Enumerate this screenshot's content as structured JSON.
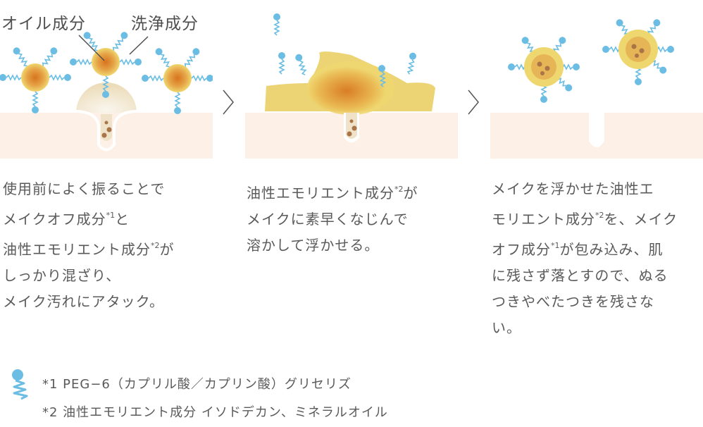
{
  "labels": {
    "oil": "オイル成分",
    "cleanser": "洗浄成分"
  },
  "steps": [
    {
      "lines": [
        [
          {
            "t": "使用前によく振ることで"
          }
        ],
        [
          {
            "t": "メイクオフ成分"
          },
          {
            "t": "*1",
            "sup": true
          },
          {
            "t": "と"
          }
        ],
        [
          {
            "t": "油性エモリエント成分"
          },
          {
            "t": "*2",
            "sup": true
          },
          {
            "t": "が"
          }
        ],
        [
          {
            "t": "しっかり混ざり、"
          }
        ],
        [
          {
            "t": "メイク汚れにアタック。"
          }
        ]
      ]
    },
    {
      "lines": [
        [
          {
            "t": "油性エモリエント成分"
          },
          {
            "t": "*2",
            "sup": true
          },
          {
            "t": "が"
          }
        ],
        [
          {
            "t": "メイクに素早くなじんで"
          }
        ],
        [
          {
            "t": "溶かして浮かせる。"
          }
        ]
      ]
    },
    {
      "lines": [
        [
          {
            "t": "メイクを浮かせた油性エ"
          }
        ],
        [
          {
            "t": "モリエント成分"
          },
          {
            "t": "*2",
            "sup": true
          },
          {
            "t": "を、メイク"
          }
        ],
        [
          {
            "t": "オフ成分"
          },
          {
            "t": "*1",
            "sup": true
          },
          {
            "t": "が包み込み、肌"
          }
        ],
        [
          {
            "t": "に残さず落とすので、ぬる"
          }
        ],
        [
          {
            "t": "つきやべたつきを残さな"
          }
        ],
        [
          {
            "t": "い。"
          }
        ]
      ]
    }
  ],
  "footnotes": [
    "*1 PEG−6（カプリル酸／カプリン酸）グリセリズ",
    "*2 油性エモリエント成分 イソドデカン、ミネラルオイル"
  ],
  "colors": {
    "skin": "#fdf0e6",
    "oil_rim": "#efd770",
    "oil_core": "#d7731e",
    "tail": "#6bbde3",
    "makeup": "#ecd592"
  }
}
